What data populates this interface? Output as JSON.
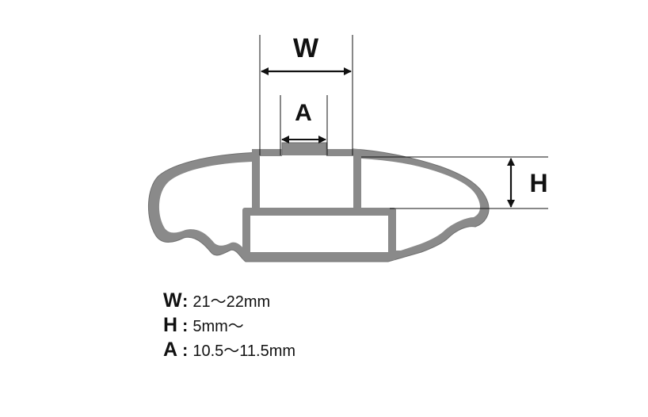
{
  "labels": {
    "w": "W",
    "a": "A",
    "h": "H"
  },
  "specs": [
    {
      "key": "W",
      "value": "21〜22mm"
    },
    {
      "key": "H",
      "value": "5mm〜"
    },
    {
      "key": "A",
      "value": "10.5〜11.5mm"
    }
  ],
  "colors": {
    "profile_fill": "#888888",
    "profile_inner": "#ffffff",
    "line": "#111111"
  }
}
